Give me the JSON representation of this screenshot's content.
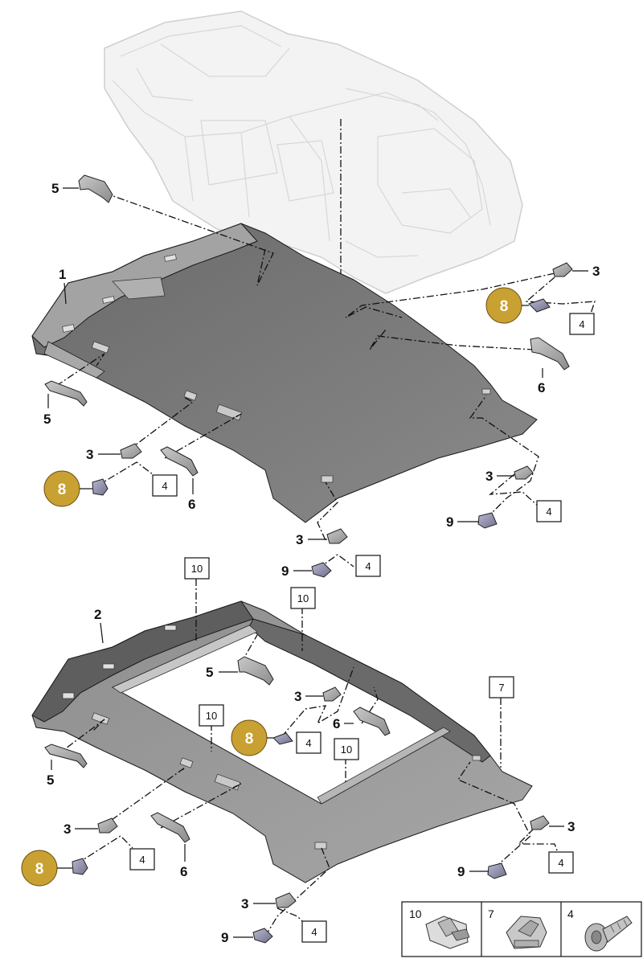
{
  "labels": {
    "headliner_standard": "1",
    "headliner_sunroof": "2",
    "bracket": "3",
    "screw": "4",
    "grab_handle_rear": "5",
    "grab_handle_front": "6",
    "spacer": "7",
    "trim_clip": "8",
    "clip": "9",
    "retainer": "10"
  },
  "legend": [
    "10",
    "7",
    "4"
  ],
  "colors": {
    "headliner": "#767676",
    "headliner_edge": "#9c9c9c",
    "body_frame": "#dcdcdc",
    "gold_badge": "#c9a032",
    "part_gray": "#a9a9a9"
  }
}
